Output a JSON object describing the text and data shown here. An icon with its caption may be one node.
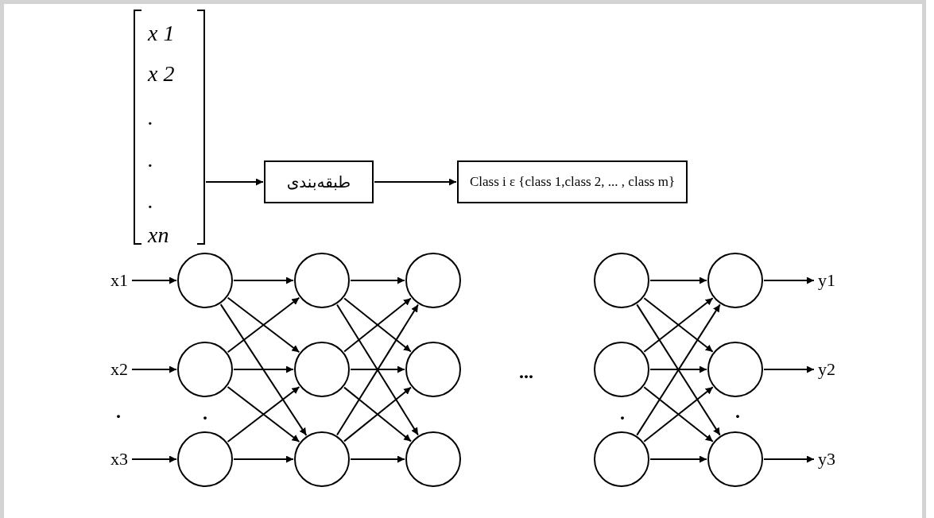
{
  "diagram": {
    "nodes": [
      {
        "text": [
          "x 1",
          "x 2",
          ".",
          ".",
          ".",
          "xn"
        ]
      },
      {
        "text": [
          "طبقه‌بندی"
        ]
      },
      {
        "text": [
          "Class i ε {class 1,class 2, ... , class m}"
        ]
      },
      {
        "text": [
          "x1"
        ]
      },
      {
        "text": [
          "x2"
        ]
      },
      {
        "text": [
          "x3"
        ]
      },
      {
        "text": [],
        "shape": "circle"
      },
      {
        "text": [],
        "shape": "circle"
      },
      {
        "text": [],
        "shape": "circle"
      },
      {
        "text": [],
        "shape": "circle"
      },
      {
        "text": [],
        "shape": "circle"
      },
      {
        "text": [],
        "shape": "circle"
      },
      {
        "text": [],
        "shape": "circle"
      },
      {
        "text": [],
        "shape": "circle"
      },
      {
        "text": [],
        "shape": "circle"
      },
      {
        "text": [],
        "shape": "circle"
      },
      {
        "text": [],
        "shape": "circle"
      },
      {
        "text": [],
        "shape": "circle"
      },
      {
        "text": [],
        "shape": "circle"
      },
      {
        "text": [],
        "shape": "circle"
      },
      {
        "text": [],
        "shape": "circle"
      },
      {
        "text": [
          "y1"
        ]
      },
      {
        "text": [
          "y2"
        ]
      },
      {
        "text": [
          "y3"
        ]
      }
    ],
    "edges": [
      {
        "from": 0,
        "to": 1,
        "arrow": "to"
      },
      {
        "from": 1,
        "to": 2,
        "arrow": "to"
      },
      {
        "from": 3,
        "to": 6,
        "arrow": "to"
      },
      {
        "from": 4,
        "to": 7,
        "arrow": "to"
      },
      {
        "from": 5,
        "to": 8,
        "arrow": "to"
      },
      {
        "from": 6,
        "to": 9,
        "arrow": "to"
      },
      {
        "from": 6,
        "to": 10,
        "arrow": "to"
      },
      {
        "from": 6,
        "to": 11,
        "arrow": "to"
      },
      {
        "from": 7,
        "to": 9,
        "arrow": "to"
      },
      {
        "from": 7,
        "to": 10,
        "arrow": "to"
      },
      {
        "from": 7,
        "to": 11,
        "arrow": "to"
      },
      {
        "from": 8,
        "to": 10,
        "arrow": "to"
      },
      {
        "from": 8,
        "to": 11,
        "arrow": "to"
      },
      {
        "from": 9,
        "to": 12,
        "arrow": "to"
      },
      {
        "from": 9,
        "to": 13,
        "arrow": "to"
      },
      {
        "from": 9,
        "to": 14,
        "arrow": "to"
      },
      {
        "from": 10,
        "to": 12,
        "arrow": "to"
      },
      {
        "from": 10,
        "to": 13,
        "arrow": "to"
      },
      {
        "from": 10,
        "to": 14,
        "arrow": "to"
      },
      {
        "from": 11,
        "to": 12,
        "arrow": "to"
      },
      {
        "from": 11,
        "to": 13,
        "arrow": "to"
      },
      {
        "from": 11,
        "to": 14,
        "arrow": "to"
      },
      {
        "from": 15,
        "to": 18,
        "arrow": "to"
      },
      {
        "from": 15,
        "to": 19,
        "arrow": "to"
      },
      {
        "from": 15,
        "to": 20,
        "arrow": "to"
      },
      {
        "from": 16,
        "to": 18,
        "arrow": "to"
      },
      {
        "from": 16,
        "to": 19,
        "arrow": "to"
      },
      {
        "from": 16,
        "to": 20,
        "arrow": "to"
      },
      {
        "from": 17,
        "to": 18,
        "arrow": "to"
      },
      {
        "from": 17,
        "to": 19,
        "arrow": "to"
      },
      {
        "from": 17,
        "to": 20,
        "arrow": "to"
      },
      {
        "from": 18,
        "to": 21,
        "arrow": "to"
      },
      {
        "from": 19,
        "to": 22,
        "arrow": "to"
      },
      {
        "from": 20,
        "to": 23,
        "arrow": "to"
      }
    ],
    "labels": [
      ".",
      ".",
      "...",
      ".",
      "."
    ]
  }
}
